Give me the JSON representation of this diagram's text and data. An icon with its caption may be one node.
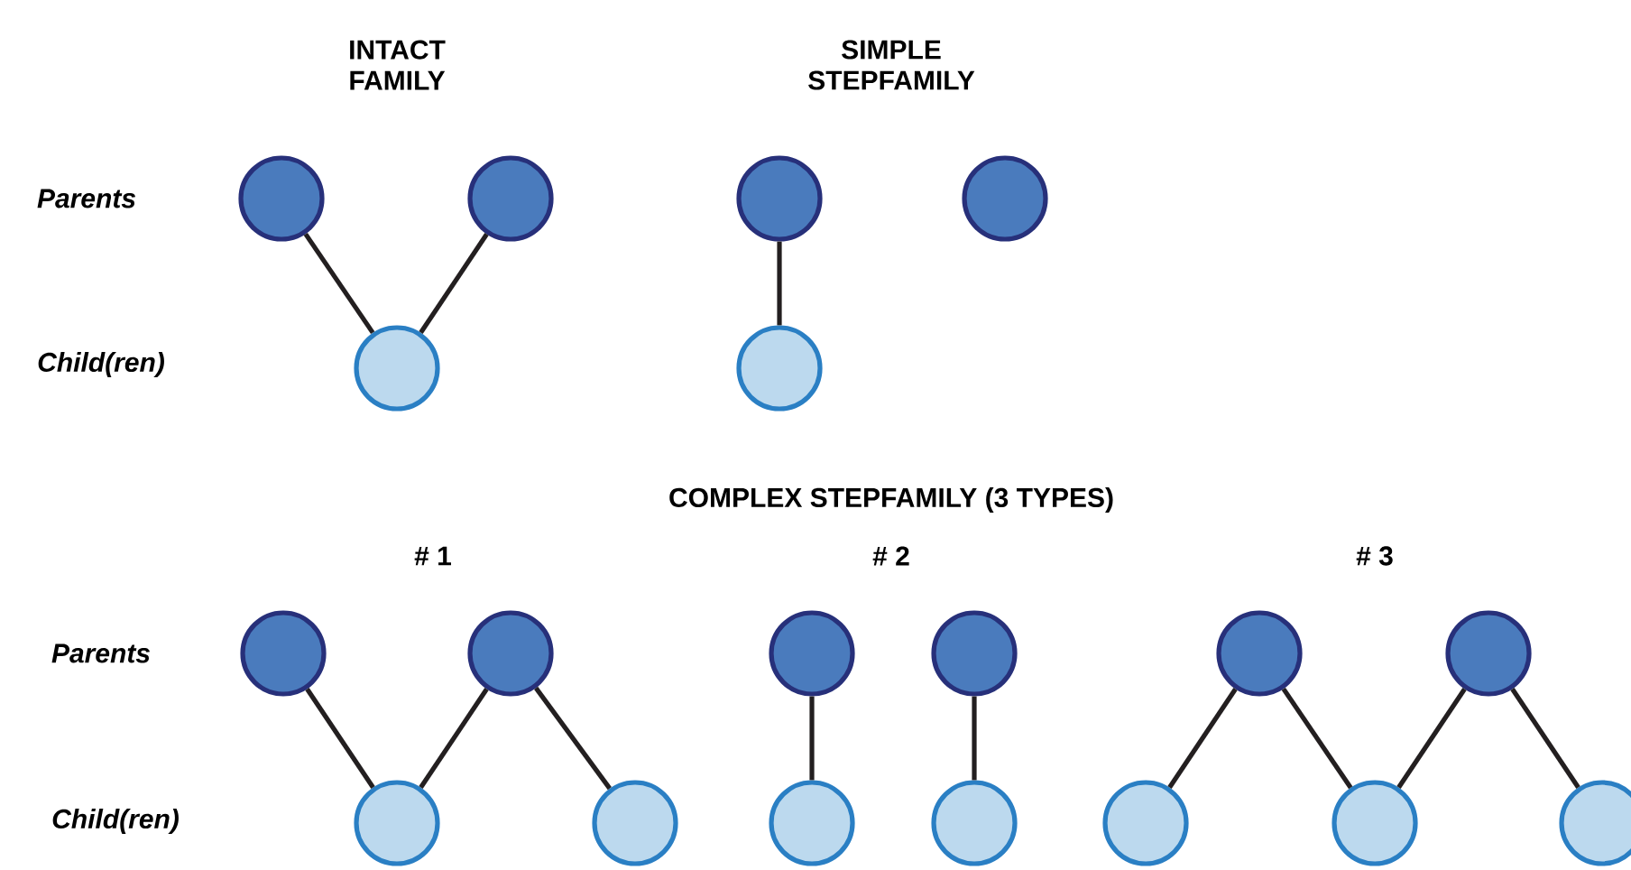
{
  "diagram": {
    "nodes": [
      {
        "text": [],
        "shape": "circle"
      },
      {
        "text": [],
        "shape": "circle"
      },
      {
        "text": [],
        "shape": "circle"
      },
      {
        "text": [],
        "shape": "circle"
      },
      {
        "text": [],
        "shape": "circle"
      },
      {
        "text": [],
        "shape": "circle"
      },
      {
        "text": [],
        "shape": "circle"
      },
      {
        "text": [],
        "shape": "circle"
      },
      {
        "text": [],
        "shape": "circle"
      },
      {
        "text": [],
        "shape": "circle"
      },
      {
        "text": [],
        "shape": "circle"
      },
      {
        "text": [],
        "shape": "circle"
      },
      {
        "text": [],
        "shape": "circle"
      },
      {
        "text": [],
        "shape": "circle"
      },
      {
        "text": [],
        "shape": "circle"
      },
      {
        "text": [],
        "shape": "circle"
      },
      {
        "text": [],
        "shape": "circle"
      },
      {
        "text": [],
        "shape": "circle"
      },
      {
        "text": [],
        "shape": "circle"
      }
    ],
    "edges": [
      {
        "from": 0,
        "to": 4,
        "arrow": "none"
      },
      {
        "from": 1,
        "to": 4,
        "arrow": "none"
      },
      {
        "from": 2,
        "to": 5,
        "arrow": "none"
      },
      {
        "from": 6,
        "to": 12,
        "arrow": "none"
      },
      {
        "from": 7,
        "to": 12,
        "arrow": "none"
      },
      {
        "from": 7,
        "to": 13,
        "arrow": "none"
      },
      {
        "from": 8,
        "to": 14,
        "arrow": "none"
      },
      {
        "from": 9,
        "to": 15,
        "arrow": "none"
      },
      {
        "from": 10,
        "to": 16,
        "arrow": "none"
      },
      {
        "from": 10,
        "to": 17,
        "arrow": "none"
      },
      {
        "from": 11,
        "to": 17,
        "arrow": "none"
      },
      {
        "from": 11,
        "to": 18,
        "arrow": "none"
      }
    ],
    "labels": [
      "INTACT FAMILY",
      "SIMPLE STEPFAMILY",
      "Parents",
      "Child(ren)",
      "COMPLEX STEPFAMILY (3 TYPES)",
      "# 1",
      "# 2",
      "# 3",
      "Parents",
      "Child(ren)"
    ]
  }
}
